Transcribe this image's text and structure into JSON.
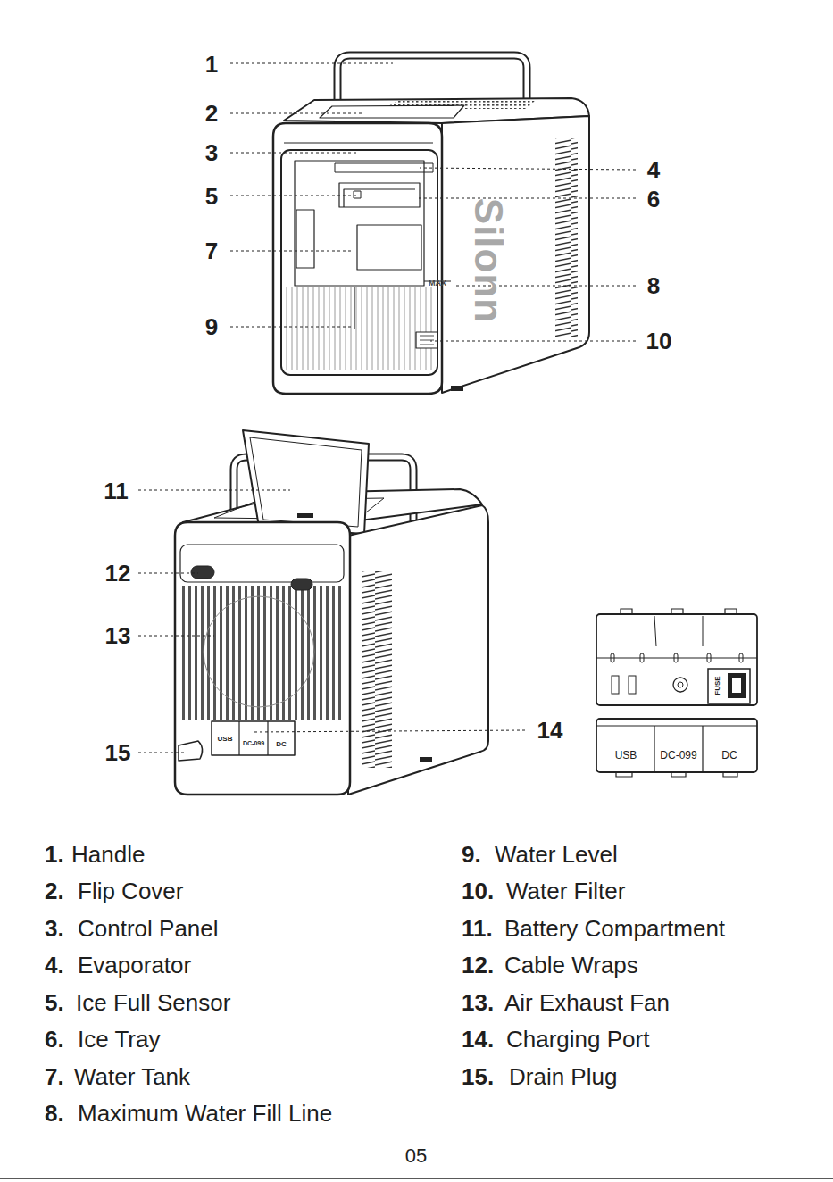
{
  "diagram": {
    "labels": [
      "1",
      "2",
      "3",
      "4",
      "5",
      "6",
      "7",
      "8",
      "9",
      "10",
      "11",
      "12",
      "13",
      "14",
      "15",
      "Silonn",
      "MAX",
      "USB",
      "DC-099",
      "DC",
      "FUSE",
      "USB",
      "DC-099",
      "DC",
      "1.",
      "Handle",
      "2.",
      "Flip Cover",
      "3.",
      "Control Panel",
      "4.",
      "Evaporator",
      "5.",
      "Ice Full Sensor",
      "6.",
      "Ice Tray",
      "7.",
      "Water Tank",
      "8.",
      "Maximum Water Fill Line",
      "9.",
      "Water Level",
      "10.",
      "Water Filter",
      "11.",
      "Battery Compartment",
      "12.",
      "Cable Wraps",
      "13.",
      "Air Exhaust Fan",
      "14.",
      "Charging Port",
      "15.",
      "Drain Plug",
      "05"
    ]
  }
}
